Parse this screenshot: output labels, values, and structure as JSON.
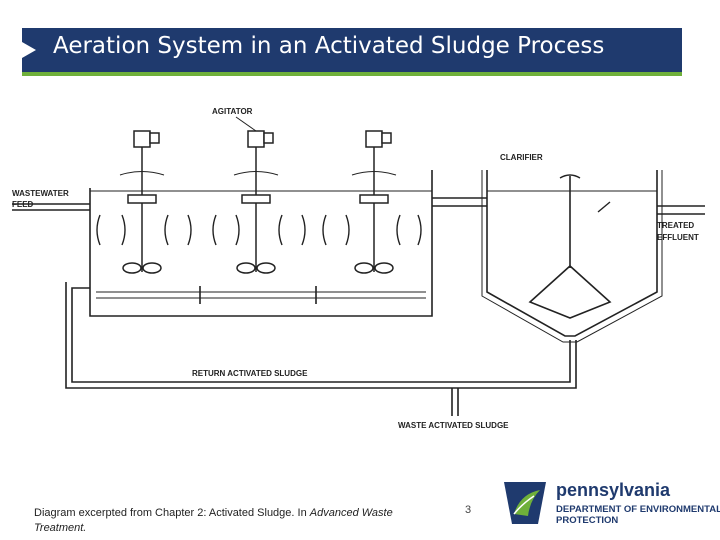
{
  "title": "Aeration System in an Activated Sludge Process",
  "diagram_labels": {
    "agitator": "AGITATOR",
    "clarifier": "CLARIFIER",
    "wastewater_feed_line1": "WASTEWATER",
    "wastewater_feed_line2": "FEED",
    "treated_effluent_line1": "TREATED",
    "treated_effluent_line2": "EFFLUENT",
    "return_activated_sludge": "RETURN ACTIVATED SLUDGE",
    "waste_activated_sludge": "WASTE ACTIVATED SLUDGE"
  },
  "caption": {
    "prefix": "Diagram excerpted from Chapter 2: Activated Sludge. In ",
    "italic_source": "Advanced Waste Treatment."
  },
  "page_number": "3",
  "logo": {
    "wordmark": "pennsylvania",
    "dept_line1": "DEPARTMENT OF ENVIRONMENTAL",
    "dept_line2": "PROTECTION",
    "colors": {
      "navy": "#1f3a6e",
      "green": "#6fb03a"
    }
  },
  "colors": {
    "title_bar": "#1f3a6e",
    "title_underline": "#6fb03a"
  }
}
